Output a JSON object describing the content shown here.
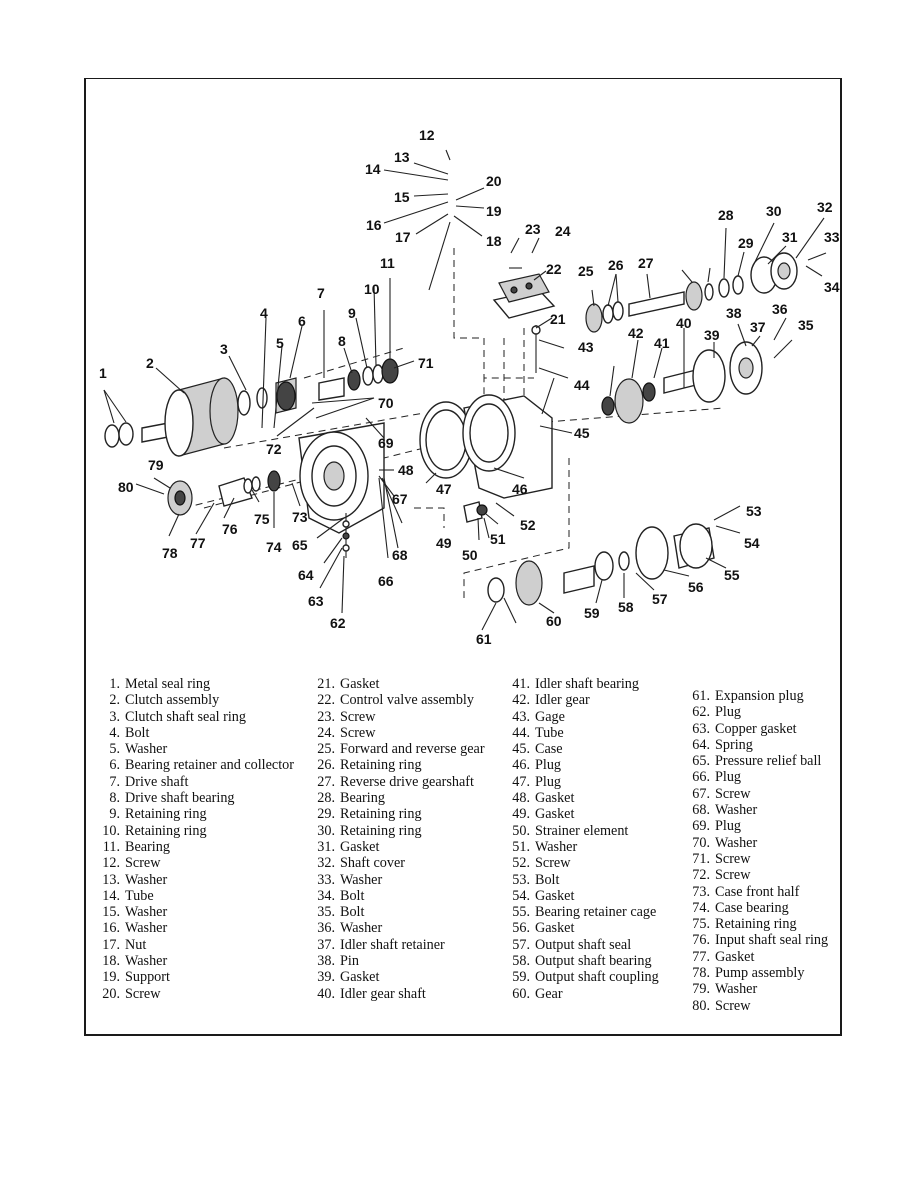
{
  "callouts": [
    "1",
    "2",
    "3",
    "4",
    "5",
    "6",
    "7",
    "8",
    "9",
    "10",
    "11",
    "12",
    "13",
    "14",
    "15",
    "16",
    "17",
    "18",
    "19",
    "20",
    "21",
    "22",
    "23",
    "24",
    "25",
    "26",
    "27",
    "28",
    "29",
    "30",
    "31",
    "32",
    "33",
    "34",
    "35",
    "36",
    "37",
    "38",
    "39",
    "40",
    "41",
    "42",
    "43",
    "44",
    "45",
    "46",
    "47",
    "48",
    "49",
    "50",
    "51",
    "52",
    "53",
    "54",
    "55",
    "56",
    "57",
    "58",
    "59",
    "60",
    "61",
    "62",
    "63",
    "64",
    "65",
    "66",
    "67",
    "68",
    "69",
    "70",
    "71",
    "72",
    "73",
    "74",
    "75",
    "76",
    "77",
    "78",
    "79",
    "80"
  ],
  "legend": {
    "columns": [
      [
        {
          "num": "1.",
          "label": "Metal seal ring"
        },
        {
          "num": "2.",
          "label": "Clutch assembly"
        },
        {
          "num": "3.",
          "label": "Clutch shaft seal ring"
        },
        {
          "num": "4.",
          "label": "Bolt"
        },
        {
          "num": "5.",
          "label": "Washer"
        },
        {
          "num": "6.",
          "label": "Bearing retainer and collector"
        },
        {
          "num": "7.",
          "label": "Drive shaft"
        },
        {
          "num": "8.",
          "label": "Drive shaft bearing"
        },
        {
          "num": "9.",
          "label": "Retaining ring"
        },
        {
          "num": "10.",
          "label": "Retaining ring"
        },
        {
          "num": "11.",
          "label": "Bearing"
        },
        {
          "num": "12.",
          "label": "Screw"
        },
        {
          "num": "13.",
          "label": "Washer"
        },
        {
          "num": "14.",
          "label": "Tube"
        },
        {
          "num": "15.",
          "label": "Washer"
        },
        {
          "num": "16.",
          "label": "Washer"
        },
        {
          "num": "17.",
          "label": "Nut"
        },
        {
          "num": "18.",
          "label": "Washer"
        },
        {
          "num": "19.",
          "label": "Support"
        },
        {
          "num": "20.",
          "label": "Screw"
        }
      ],
      [
        {
          "num": "21.",
          "label": "Gasket"
        },
        {
          "num": "22.",
          "label": "Control valve assembly"
        },
        {
          "num": "23.",
          "label": "Screw"
        },
        {
          "num": "24.",
          "label": "Screw"
        },
        {
          "num": "25.",
          "label": "Forward and reverse gear"
        },
        {
          "num": "26.",
          "label": "Retaining ring"
        },
        {
          "num": "27.",
          "label": "Reverse drive gearshaft"
        },
        {
          "num": "28.",
          "label": "Bearing"
        },
        {
          "num": "29.",
          "label": "Retaining ring"
        },
        {
          "num": "30.",
          "label": "Retaining ring"
        },
        {
          "num": "31.",
          "label": "Gasket"
        },
        {
          "num": "32.",
          "label": "Shaft cover"
        },
        {
          "num": "33.",
          "label": "Washer"
        },
        {
          "num": "34.",
          "label": "Bolt"
        },
        {
          "num": "35.",
          "label": "Bolt"
        },
        {
          "num": "36.",
          "label": "Washer"
        },
        {
          "num": "37.",
          "label": "Idler shaft retainer"
        },
        {
          "num": "38.",
          "label": "Pin"
        },
        {
          "num": "39.",
          "label": "Gasket"
        },
        {
          "num": "40.",
          "label": "Idler gear shaft"
        }
      ],
      [
        {
          "num": "41.",
          "label": "Idler shaft bearing"
        },
        {
          "num": "42.",
          "label": "Idler gear"
        },
        {
          "num": "43.",
          "label": "Gage"
        },
        {
          "num": "44.",
          "label": "Tube"
        },
        {
          "num": "45.",
          "label": "Case"
        },
        {
          "num": "46.",
          "label": "Plug"
        },
        {
          "num": "47.",
          "label": "Plug"
        },
        {
          "num": "48.",
          "label": "Gasket"
        },
        {
          "num": "49.",
          "label": "Gasket"
        },
        {
          "num": "50.",
          "label": "Strainer element"
        },
        {
          "num": "51.",
          "label": "Washer"
        },
        {
          "num": "52.",
          "label": "Screw"
        },
        {
          "num": "53.",
          "label": "Bolt"
        },
        {
          "num": "54.",
          "label": "Gasket"
        },
        {
          "num": "55.",
          "label": "Bearing retainer cage"
        },
        {
          "num": "56.",
          "label": "Gasket"
        },
        {
          "num": "57.",
          "label": "Output shaft seal"
        },
        {
          "num": "58.",
          "label": "Output shaft bearing"
        },
        {
          "num": "59.",
          "label": "Output shaft coupling"
        },
        {
          "num": "60.",
          "label": "Gear"
        }
      ],
      [
        {
          "num": "61.",
          "label": "Expansion plug"
        },
        {
          "num": "62.",
          "label": "Plug"
        },
        {
          "num": "63.",
          "label": "Copper gasket"
        },
        {
          "num": "64.",
          "label": "Spring"
        },
        {
          "num": "65.",
          "label": "Pressure relief ball"
        },
        {
          "num": "66.",
          "label": "Plug"
        },
        {
          "num": "67.",
          "label": "Screw"
        },
        {
          "num": "68.",
          "label": "Washer"
        },
        {
          "num": "69.",
          "label": "Plug"
        },
        {
          "num": "70.",
          "label": "Washer"
        },
        {
          "num": "71.",
          "label": "Screw"
        },
        {
          "num": "72.",
          "label": "Screw"
        },
        {
          "num": "73.",
          "label": "Case front half"
        },
        {
          "num": "74.",
          "label": "Case bearing"
        },
        {
          "num": "75.",
          "label": "Retaining ring"
        },
        {
          "num": "76.",
          "label": "Input shaft seal ring"
        },
        {
          "num": "77.",
          "label": "Gasket"
        },
        {
          "num": "78.",
          "label": "Pump assembly"
        },
        {
          "num": "79.",
          "label": "Washer"
        },
        {
          "num": "80.",
          "label": "Screw"
        }
      ]
    ]
  }
}
